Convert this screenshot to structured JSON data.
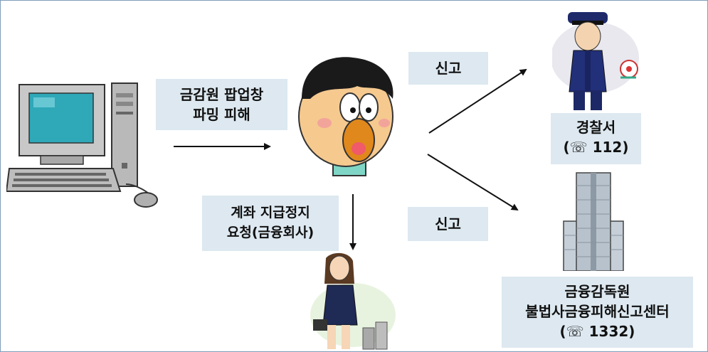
{
  "popup_box": {
    "line1": "금감원 팝업창",
    "line2": "파밍 피해"
  },
  "report_top": "신고",
  "report_bottom": "신고",
  "account_box": {
    "line1": "계좌 지급정지",
    "line2": "요청(금융회사)"
  },
  "police_box": {
    "line1": "경찰서",
    "line2": "(☏ 112)"
  },
  "fss_box": {
    "line1": "금융감독원",
    "line2": "불법사금융피해신고센터",
    "line3": "(☏ 1332)"
  },
  "colors": {
    "label_bg": "#dde8f0",
    "arrow": "#111111",
    "frame": "#7f9db9"
  },
  "icons": [
    "computer-icon",
    "shocked-person-icon",
    "police-officer-icon",
    "office-building-icon",
    "bank-clerk-icon"
  ]
}
